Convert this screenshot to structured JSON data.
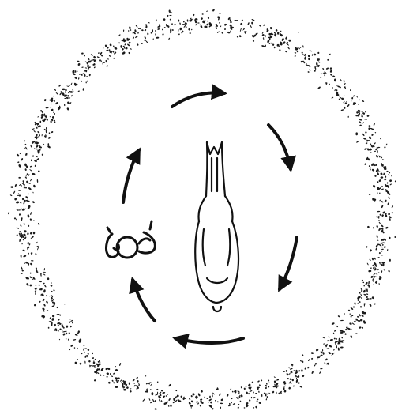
{
  "diagram": {
    "arena": {
      "texture": "stippled-ring",
      "stroke_color": "#1a1a1a"
    },
    "rotation_direction": "clockwise",
    "arrow_count": 6,
    "figures": [
      {
        "name": "animal-seen-from-above",
        "icon": "elongated-animal-top-view"
      },
      {
        "name": "handler-seen-from-above",
        "icon": "person-top-view"
      }
    ],
    "colors": {
      "ink": "#111111",
      "background": "#ffffff"
    }
  }
}
